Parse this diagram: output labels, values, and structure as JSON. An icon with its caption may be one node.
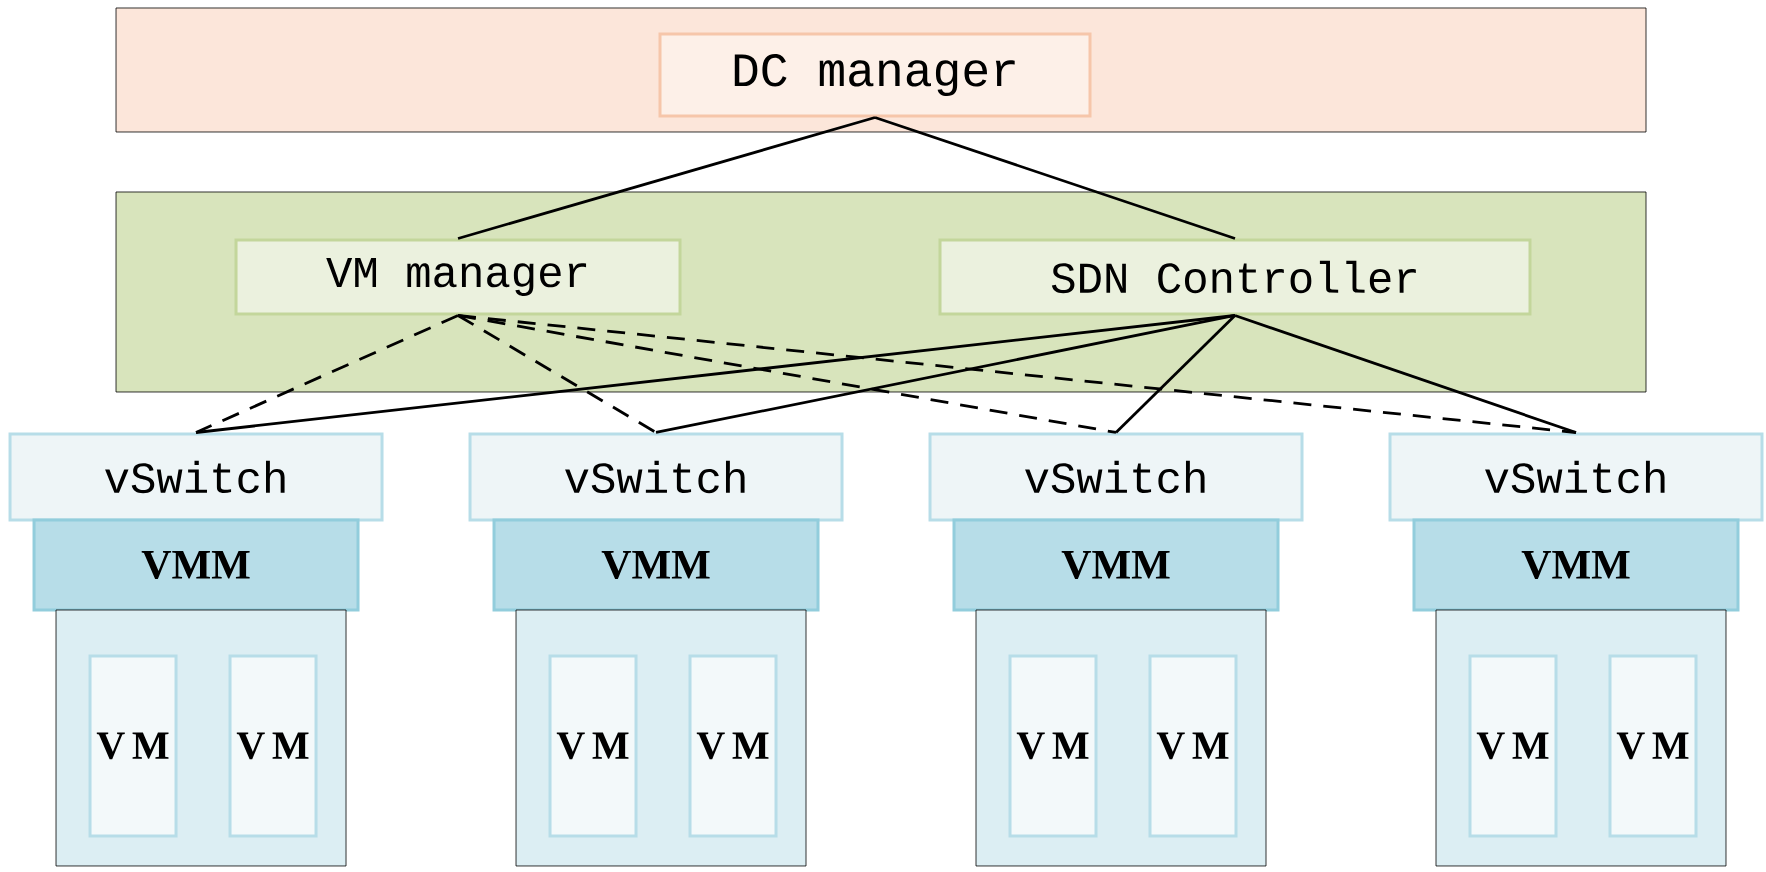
{
  "diagram": {
    "nodes": [
      {
        "text": [],
        "shape": "box"
      },
      {
        "text": [
          "DC manager"
        ],
        "in": 0
      },
      {
        "text": [],
        "shape": "box"
      },
      {
        "text": [
          "VM manager"
        ],
        "in": 2
      },
      {
        "text": [
          "SDN Controller"
        ],
        "in": 2
      },
      {
        "text": [
          "vSwitch"
        ]
      },
      {
        "text": [
          "VMM"
        ]
      },
      {
        "text": [],
        "shape": "box"
      },
      {
        "text": [
          "V M"
        ],
        "in": 7
      },
      {
        "text": [
          "V M"
        ],
        "in": 7
      },
      {
        "text": [
          "vSwitch"
        ]
      },
      {
        "text": [
          "VMM"
        ]
      },
      {
        "text": [],
        "shape": "box"
      },
      {
        "text": [
          "V M"
        ],
        "in": 12
      },
      {
        "text": [
          "V M"
        ],
        "in": 12
      },
      {
        "text": [
          "vSwitch"
        ]
      },
      {
        "text": [
          "VMM"
        ]
      },
      {
        "text": [],
        "shape": "box"
      },
      {
        "text": [
          "V M"
        ],
        "in": 17
      },
      {
        "text": [
          "V M"
        ],
        "in": 17
      },
      {
        "text": [
          "vSwitch"
        ]
      },
      {
        "text": [
          "VMM"
        ]
      },
      {
        "text": [],
        "shape": "box"
      },
      {
        "text": [
          "V M"
        ],
        "in": 22
      },
      {
        "text": [
          "V M"
        ],
        "in": 22
      }
    ],
    "edges": [
      {
        "from": 1,
        "to": 3,
        "arrow": "none"
      },
      {
        "from": 1,
        "to": 4,
        "arrow": "none"
      },
      {
        "from": 3,
        "to": 5,
        "arrow": "none",
        "style": "dashed"
      },
      {
        "from": 3,
        "to": 10,
        "arrow": "none",
        "style": "dashed"
      },
      {
        "from": 3,
        "to": 15,
        "arrow": "none",
        "style": "dashed"
      },
      {
        "from": 3,
        "to": 20,
        "arrow": "none",
        "style": "dashed"
      },
      {
        "from": 4,
        "to": 5,
        "arrow": "none"
      },
      {
        "from": 4,
        "to": 10,
        "arrow": "none"
      },
      {
        "from": 4,
        "to": 15,
        "arrow": "none"
      },
      {
        "from": 4,
        "to": 20,
        "arrow": "none"
      }
    ]
  }
}
